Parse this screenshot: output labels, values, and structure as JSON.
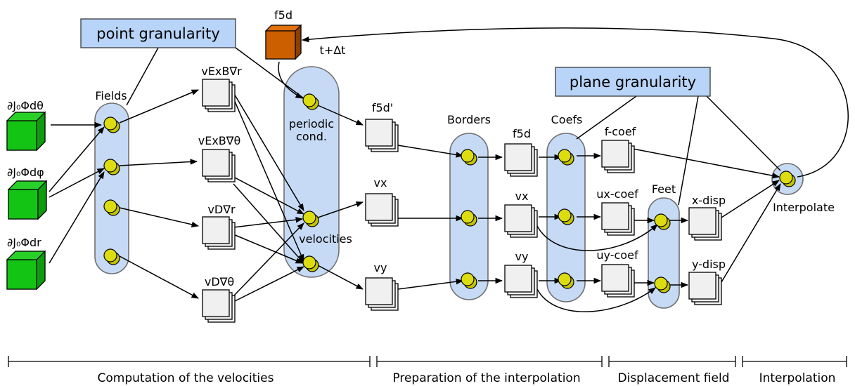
{
  "colors": {
    "granularity_fill": "#b8d4f8",
    "group_fill": "#c6daf5",
    "port_fill": "#d6d60a",
    "input_cube": "#14c414",
    "f5d_cube": "#cc5f00",
    "data_box": "#f0f0f0"
  },
  "granularity": {
    "point": "point granularity",
    "plane": "plane granularity"
  },
  "inputs": [
    "∂J₀Φdθ",
    "∂J₀Φdφ",
    "∂J₀Φdr"
  ],
  "f5d_cube_label": "f5d",
  "timestep": "t+Δt",
  "groups": {
    "fields": "Fields",
    "periodic": [
      "periodic",
      "cond."
    ],
    "velocities": "velocities",
    "borders": "Borders",
    "coefs": "Coefs",
    "feet": "Feet",
    "interpolate": "Interpolate"
  },
  "data": {
    "vexb_r": "vExB∇r",
    "vexb_theta": "vExB∇θ",
    "vd_r": "vD∇r",
    "vd_theta": "vD∇θ",
    "f5d_prime": "f5d'",
    "vx_a": "vx",
    "vy_a": "vy",
    "f5d_b": "f5d",
    "vx_b": "vx",
    "vy_b": "vy",
    "f_coef": "f-coef",
    "ux_coef": "ux-coef",
    "uy_coef": "uy-coef",
    "x_disp": "x-disp",
    "y_disp": "y-disp"
  },
  "phases": [
    "Computation of the velocities",
    "Preparation of the interpolation",
    "Displacement field",
    "Interpolation"
  ],
  "icons": [
    "cube-icon",
    "port-icon",
    "document-stack-icon"
  ]
}
